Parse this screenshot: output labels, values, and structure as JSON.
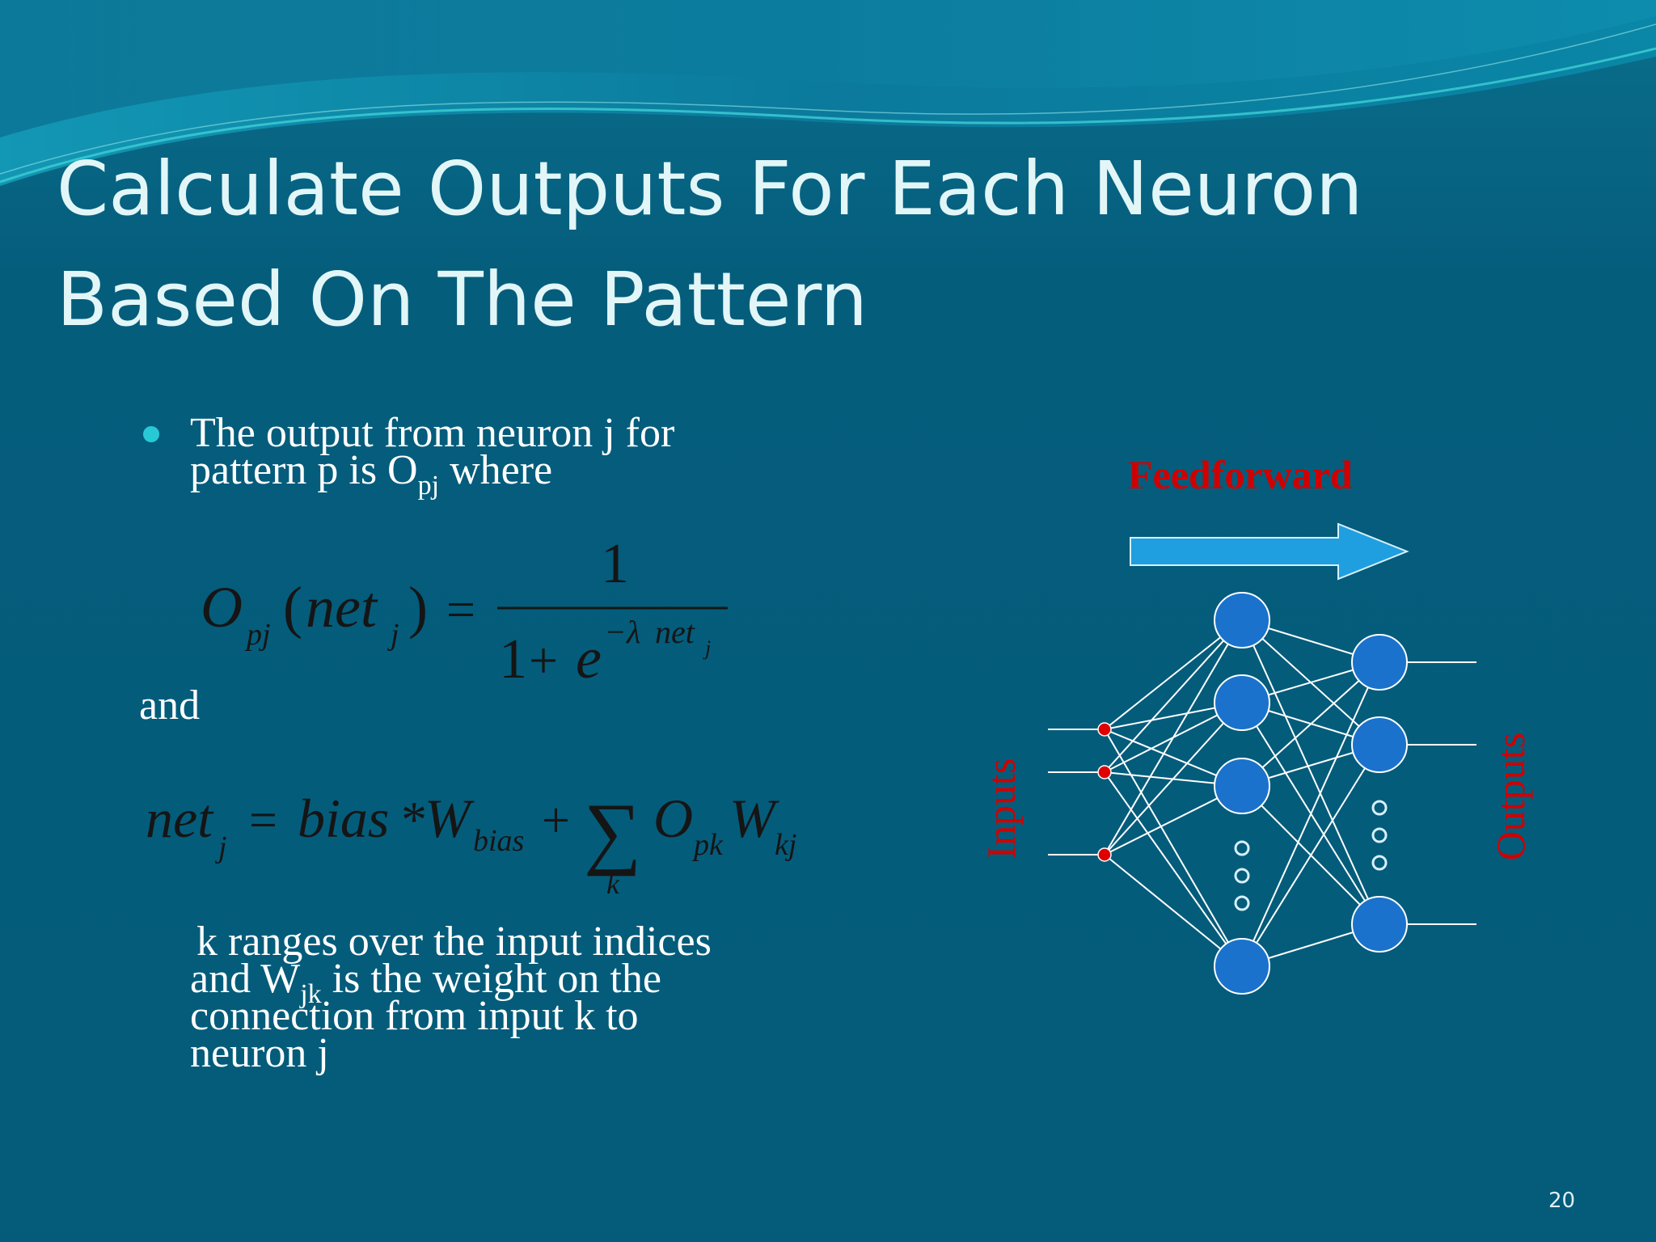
{
  "slide": {
    "title_line1": "Calculate Outputs For Each Neuron",
    "title_line2": "Based On The Pattern",
    "bullet_line1": "The output from neuron j for",
    "bullet_line2_pre": "pattern p is O",
    "bullet_line2_sub": "pj",
    "bullet_line2_post": " where",
    "and_text": "and",
    "krange_line1": "k ranges over the input indices",
    "krange_line2_pre": "and W",
    "krange_line2_sub": "jk",
    "krange_line2_post": " is the weight on the",
    "krange_line3": "connection from input k to",
    "krange_line4": "neuron j",
    "page_number": "20"
  },
  "formula1": {
    "lhs_O": "O",
    "lhs_sub": "pj",
    "lhs_open": "(",
    "lhs_net": "net",
    "lhs_net_sub": "j",
    "lhs_close": ")",
    "equals": "=",
    "numerator": "1",
    "denom_one": "1",
    "denom_plus": "+",
    "denom_e": "e",
    "exp_minus": "−",
    "exp_lambda": "λ",
    "exp_net": "net",
    "exp_net_sub": "j"
  },
  "formula2": {
    "net": "net",
    "net_sub": "j",
    "equals": "=",
    "bias": "bias",
    "star": "*",
    "W": "W",
    "W_sub": "bias",
    "plus": "+",
    "sigma": "∑",
    "sigma_sub": "k",
    "O": "O",
    "O_sub": "pk",
    "W2": "W",
    "W2_sub": "kj"
  },
  "diagram": {
    "arrow_label": "Feedforward",
    "inputs_label": "Inputs",
    "outputs_label": "Outputs",
    "colors": {
      "arrow": "#1f9fe0",
      "label_red": "#d00000",
      "node": "#1a72cc",
      "input_dot": "#e00000"
    }
  }
}
